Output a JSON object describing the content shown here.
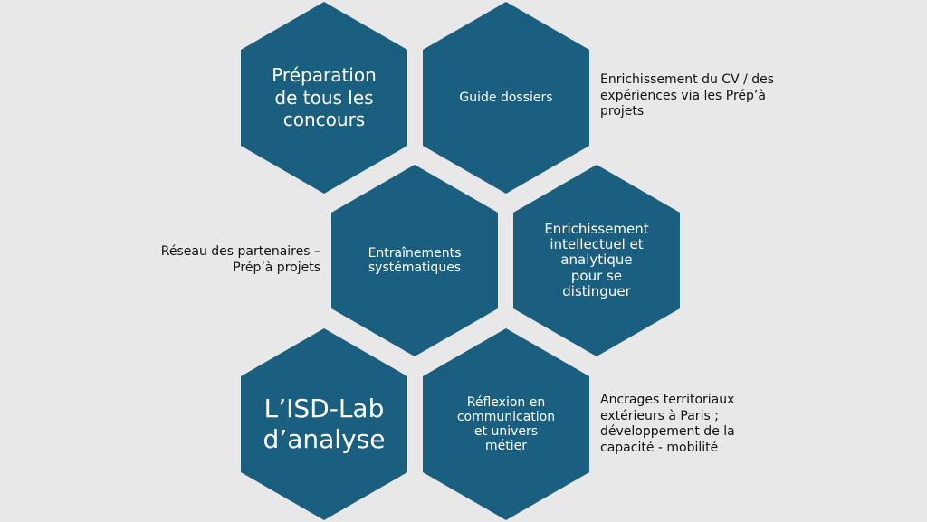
{
  "hexagons": {
    "h1": "Préparation\nde tous les\nconcours",
    "h2": "Guide dossiers",
    "h3": "Entraînements\nsystématiques",
    "h4": "Enrichissement\nintellectuel et\nanalytique\npour se\ndistinguer",
    "h5": "L’ISD-Lab\nd’analyse",
    "h6": "Réflexion en\ncommunication\net univers\nmétier"
  },
  "side_notes": {
    "top_right": "Enrichissement du CV / des\nexpériences via les Prép’à\nprojets",
    "middle_left": "Réseau des partenaires –\nPrép’à projets",
    "bottom_right": "Ancrages territoriaux\nextérieurs à Paris ;\ndéveloppement de la\ncapacité - mobilité"
  },
  "colors": {
    "hex_fill": "#1a5e80",
    "background": "#e8e8e8",
    "hex_text": "#ffffff",
    "note_text": "#111111"
  }
}
